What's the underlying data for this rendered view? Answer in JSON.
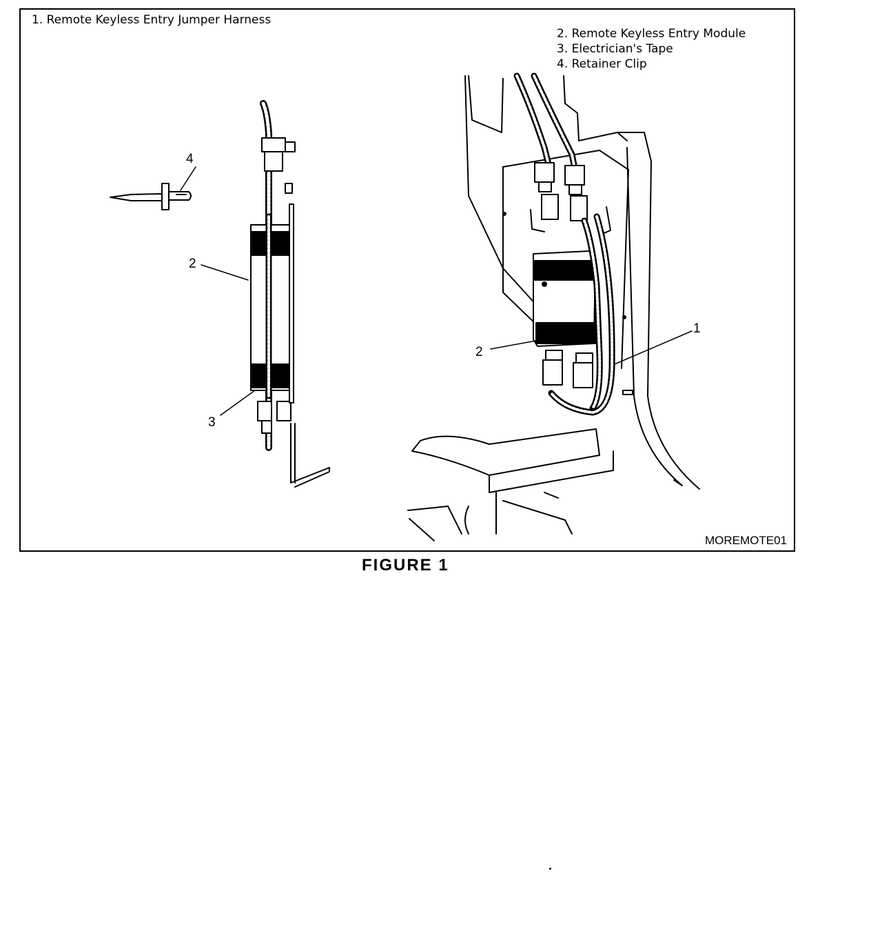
{
  "legend": {
    "item1": "1. Remote Keyless Entry Jumper Harness",
    "item2": "2. Remote Keyless Entry Module",
    "item3": "3. Electrician's Tape",
    "item4": "4. Retainer Clip"
  },
  "callouts": {
    "c1": "1",
    "c2_left": "2",
    "c2_right": "2",
    "c3": "3",
    "c4": "4"
  },
  "figure_code": "MOREMOTE01",
  "caption": "FIGURE 1"
}
